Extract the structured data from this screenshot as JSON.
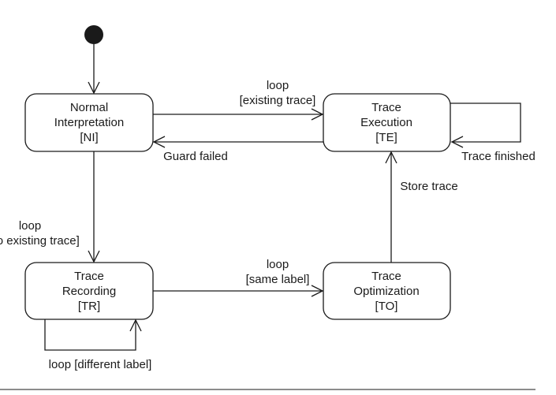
{
  "states": {
    "ni": {
      "lines": [
        "Normal",
        "Interpretation",
        "[NI]"
      ]
    },
    "te": {
      "lines": [
        "Trace",
        "Execution",
        "[TE]"
      ]
    },
    "tr": {
      "lines": [
        "Trace",
        "Recording",
        "[TR]"
      ]
    },
    "to": {
      "lines": [
        "Trace",
        "Optimization",
        "[TO]"
      ]
    }
  },
  "transitions": {
    "ni_to_te": [
      "loop",
      "[existing trace]"
    ],
    "te_to_ni": "Guard failed",
    "te_self": "Trace finished",
    "ni_to_tr": [
      "loop",
      "[no existing trace]"
    ],
    "tr_to_to": [
      "loop",
      "[same label]"
    ],
    "to_to_te": "Store trace",
    "tr_self": "loop [different label]"
  }
}
